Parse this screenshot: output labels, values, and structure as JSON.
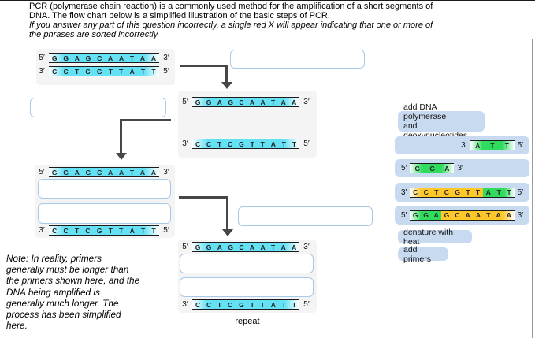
{
  "header": {
    "line1": "PCR (polymerase chain reaction) is a commonly used method for the amplification of a short segments of",
    "line2": "DNA. The flow chart below is a simplified illustration of the basic steps of PCR.",
    "line3": "If you answer any part of this question incorrectly, a single red X will appear indicating that one or more of",
    "line4": "the phrases are sorted incorrectly."
  },
  "labels": {
    "five": "5′",
    "three": "3′"
  },
  "sequences": {
    "top": "GGAGCAATAA",
    "bottom": "CCTCGTTATT"
  },
  "colors": {
    "strand_cyan": "#64e1f4",
    "primer_green": "#2fdc5e",
    "template_orange": "#ffc828",
    "chip_blue": "#c8daf0",
    "panel_gray": "#f4f4f4",
    "arrow_gray": "#474747",
    "dropbox_border": "#a9c9e8"
  },
  "flow": {
    "repeat_label": "repeat"
  },
  "note": "Note: In reality, primers\ngenerally must be longer than\nthe primers shown here, and the\nDNA being amplified is\ngenerally much longer. The\nprocess has been simplified\nhere.",
  "options": {
    "polymerase": {
      "line1": "add DNA polymerase",
      "line2": "and deoxynucleotides"
    },
    "primer_att": {
      "left": "3′",
      "seq": "ATT",
      "right": "5′"
    },
    "primer_gga": {
      "left": "5′",
      "seq": "GGA",
      "right": "3′"
    },
    "extended_bottom": {
      "left": "3′",
      "seq_template": "CCTCGTT",
      "seq_primer": "ATT",
      "right": "5′"
    },
    "extended_top": {
      "left": "5′",
      "seq_primer": "GGA",
      "seq_template": "GCAATAA",
      "right": "3′"
    },
    "denature": "denature with heat",
    "add_primers": "add primers"
  }
}
